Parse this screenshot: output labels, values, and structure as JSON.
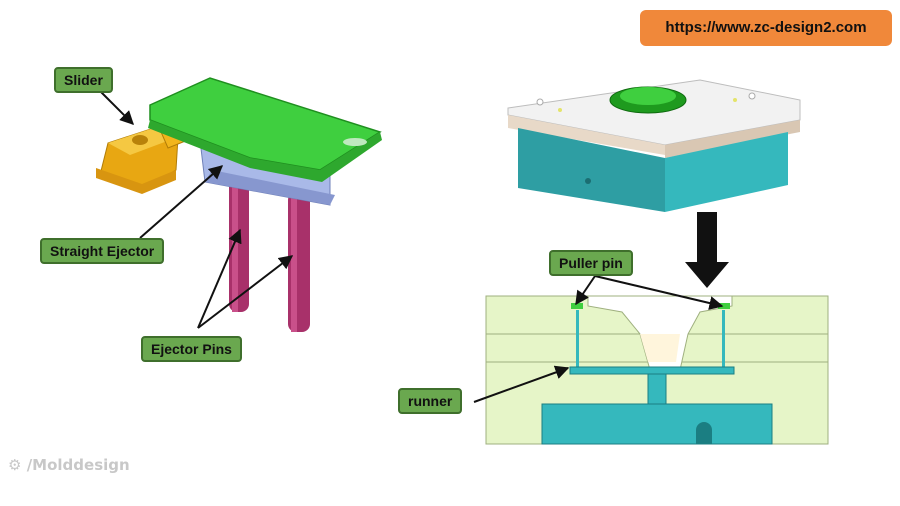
{
  "url_badge": "https://www.zc-design2.com",
  "labels": {
    "slider": "Slider",
    "straight_ejector": "Straight Ejector",
    "ejector_pins": "Ejector Pins",
    "puller_pin": "Puller pin",
    "runner": "runner"
  },
  "watermark": "/Molddesign",
  "colors": {
    "label_bg": "#6aa84f",
    "badge_bg": "#f0883a",
    "part_green": "#3fcf3f",
    "slider_yellow": "#f2b51c",
    "ejector_pin": "#a8316a",
    "straight_ejector": "#a9b9e8",
    "mold_plate": "#e6f5c8",
    "core_teal": "#35b8bd"
  }
}
